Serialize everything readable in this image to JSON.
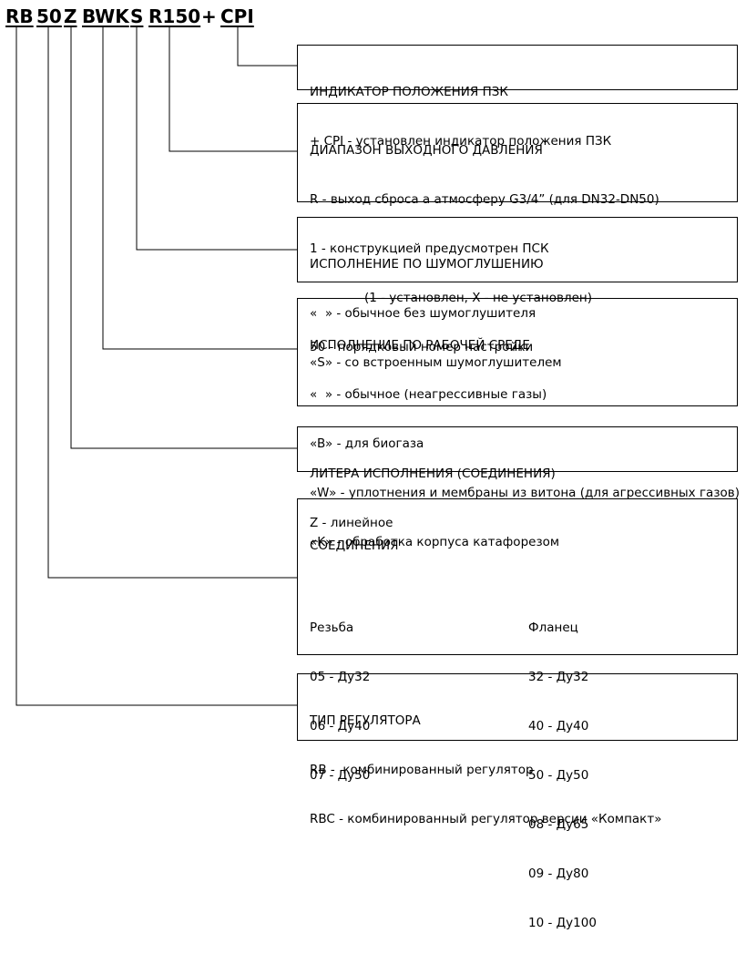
{
  "code": {
    "segments": [
      "RB",
      "50",
      "Z",
      "BWK",
      "S",
      "R150",
      "CPI"
    ],
    "plus": "+"
  },
  "boxes": {
    "indicator": {
      "title": "ИНДИКАТОР ПОЛОЖЕНИЯ ПЗК",
      "lines": [
        "+ CPI - установлен индикатор положения ПЗК"
      ]
    },
    "pressure": {
      "title": "ДИАПАЗОН ВЫХОДНОГО ДАВЛЕНИЯ",
      "lines": [
        "R - выход сброса а атмосферу G3/4” (для DN32-DN50)",
        "1 - конструкцией предусмотрен ПСК",
        "(1 - установлен, X - не установлен)",
        "50 - порядковый номер настройки"
      ]
    },
    "noise": {
      "title": "ИСПОЛНЕНИЕ ПО ШУМОГЛУШЕНИЮ",
      "lines": [
        "«  » - обычное без шумоглушителя",
        "«S» - со встроенным шумоглушителем"
      ]
    },
    "medium": {
      "title": "ИСПОЛНЕНИЕ ПО РАБОЧЕЙ СРЕДЕ",
      "lines": [
        "«  » - обычное (неагрессивные газы)",
        "«B» - для биогаза",
        "«W» - уплотнения и мембраны из витона (для агрессивных газов)",
        "«K» - обработка корпуса катафорезом"
      ]
    },
    "litera": {
      "title": "ЛИТЕРА ИСПОЛНЕНИЯ (СОЕДИНЕНИЯ)",
      "lines": [
        "Z - линейное"
      ]
    },
    "connections": {
      "title": "СОЕДИНЕНИЯ",
      "thread_header": "Резьба",
      "thread": [
        "05 - Ду32",
        "06 - Ду40",
        "07 - Ду50"
      ],
      "flange_header": "Фланец",
      "flange": [
        "32 - Ду32",
        "40 - Ду40",
        "50 - Ду50",
        "08 - Ду65",
        "09 - Ду80",
        "10 - Ду100"
      ]
    },
    "type": {
      "title": "ТИП РЕГУЛЯТОРА",
      "lines": [
        "RB -  комбинированный регулятор",
        "RBC - комбинированный регулятор версии «Компакт»"
      ]
    }
  }
}
